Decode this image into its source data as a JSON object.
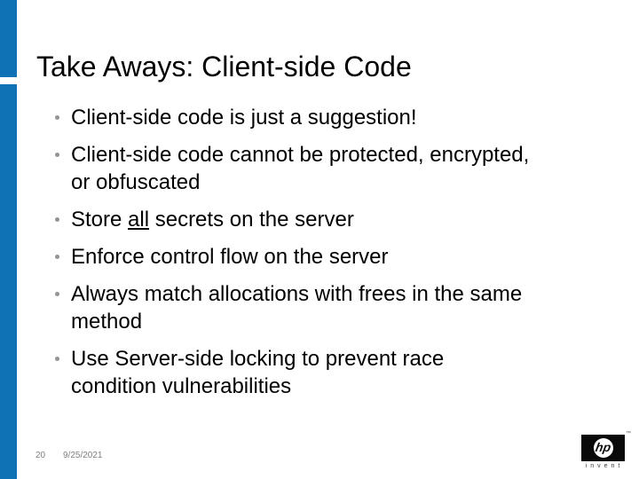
{
  "slide": {
    "title": "Take Aways: Client-side Code",
    "bullets": [
      {
        "text": "Client-side code is just a suggestion!"
      },
      {
        "text": "Client-side code cannot be protected, encrypted,\nor obfuscated"
      },
      {
        "prefix": "Store ",
        "underline": "all",
        "suffix": " secrets on the server"
      },
      {
        "text": "Enforce control flow on the server"
      },
      {
        "text": "Always match allocations with frees in the same\nmethod"
      },
      {
        "text": "Use Server-side locking to prevent race\ncondition vulnerabilities"
      }
    ],
    "footer": {
      "slide_number": "20",
      "date": "9/25/2021"
    },
    "logo": {
      "mark": "hp",
      "invent_label": "invent",
      "trademark": "™"
    },
    "colors": {
      "accent_bar": "#0e72b5",
      "body_text": "#000000",
      "bullet_dot": "#949494",
      "footer_text": "#7f7f7f",
      "logo_background": "#0a0a0a"
    }
  }
}
